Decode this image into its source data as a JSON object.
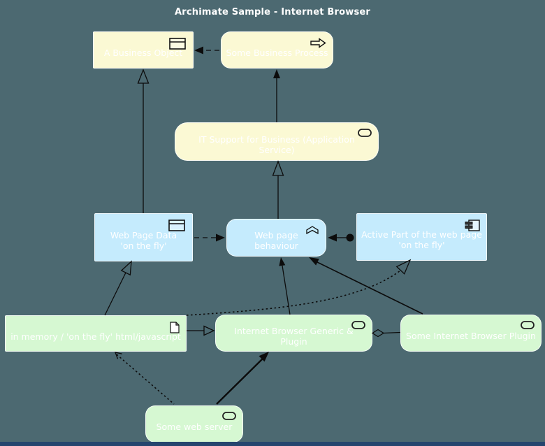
{
  "title": "Archimate Sample - Internet Browser",
  "colors": {
    "background": "#4c6971",
    "business_fill": "#fbf9d4",
    "application_fill": "#c5ebfd",
    "technology_fill": "#d6f8d2",
    "node_text": "#ffffff",
    "line": "#0c0c0c",
    "bottom_bar": "#25456e"
  },
  "nodes": [
    {
      "id": "a-business-object",
      "layer": "business",
      "shape": "rect",
      "icon": "business-object-icon",
      "lines": [
        "A Business Object"
      ]
    },
    {
      "id": "some-business-process",
      "layer": "business",
      "shape": "rounded",
      "icon": "process-arrow-icon",
      "lines": [
        "Some Business Process"
      ]
    },
    {
      "id": "it-support-service",
      "layer": "business",
      "shape": "biground",
      "icon": "service-oval-icon",
      "lines": [
        "IT Support for Business (Application Service)"
      ]
    },
    {
      "id": "web-page-data",
      "layer": "application",
      "shape": "rect",
      "icon": "business-object-icon",
      "lines": [
        "Web Page Data",
        "'on the fly'"
      ]
    },
    {
      "id": "web-page-behaviour",
      "layer": "application",
      "shape": "rounded",
      "icon": "function-chevron-icon",
      "lines": [
        "Web page behaviour"
      ]
    },
    {
      "id": "active-part",
      "layer": "application",
      "shape": "rect",
      "icon": "component-icon",
      "lines": [
        "Active Part of the web page",
        "'on the fly'"
      ]
    },
    {
      "id": "in-memory-artifact",
      "layer": "technology",
      "shape": "rect",
      "icon": "artifact-icon",
      "lines": [
        "in memory / 'on the fly' html/javascript"
      ]
    },
    {
      "id": "internet-browser",
      "layer": "technology",
      "shape": "rounded",
      "icon": "service-oval-icon",
      "lines": [
        "Internet Browser Generic & Plugin"
      ]
    },
    {
      "id": "browser-plugin",
      "layer": "technology",
      "shape": "rounded",
      "icon": "service-oval-icon",
      "lines": [
        "Some Internet Browser Plugin"
      ]
    },
    {
      "id": "web-server",
      "layer": "technology",
      "shape": "rounded",
      "icon": "service-oval-icon",
      "lines": [
        "Some web server"
      ]
    }
  ],
  "relationships": [
    {
      "from": "some-business-process",
      "to": "a-business-object",
      "style": "dashed-filled-arrow"
    },
    {
      "from": "web-page-data",
      "to": "a-business-object",
      "style": "solid-hollow-triangle"
    },
    {
      "from": "it-support-service",
      "to": "some-business-process",
      "style": "solid-filled-arrow"
    },
    {
      "from": "web-page-behaviour",
      "to": "it-support-service",
      "style": "solid-hollow-triangle"
    },
    {
      "from": "web-page-data",
      "to": "web-page-behaviour",
      "style": "dashed-filled-arrow"
    },
    {
      "from": "active-part",
      "to": "web-page-behaviour",
      "style": "assignment-ball-filled-arrow"
    },
    {
      "from": "in-memory-artifact",
      "to": "web-page-data",
      "style": "solid-hollow-triangle"
    },
    {
      "from": "in-memory-artifact",
      "to": "internet-browser",
      "style": "solid-hollow-triangle"
    },
    {
      "from": "internet-browser",
      "to": "browser-plugin",
      "style": "aggregation-hollow-diamond"
    },
    {
      "from": "internet-browser",
      "to": "web-page-behaviour",
      "style": "solid-filled-arrow"
    },
    {
      "from": "browser-plugin",
      "to": "web-page-behaviour",
      "style": "solid-filled-arrow"
    },
    {
      "from": "in-memory-artifact",
      "to": "active-part",
      "style": "dotted-hollow-triangle"
    },
    {
      "from": "web-server",
      "to": "in-memory-artifact",
      "style": "dotted-open-arrow"
    },
    {
      "from": "web-server",
      "to": "internet-browser",
      "style": "thick-solid-filled-arrow"
    }
  ]
}
